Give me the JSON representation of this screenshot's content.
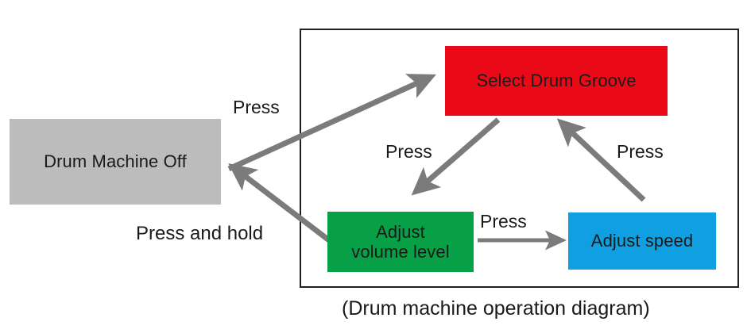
{
  "diagram": {
    "caption": "(Drum machine operation diagram)",
    "frame_color": "#231f20",
    "arrow_color": "#7b7b7b",
    "text_color": "#1a1a1a",
    "background": "#ffffff",
    "nodes": [
      {
        "id": "off",
        "label": "Drum Machine Off",
        "color": "#bcbcbc"
      },
      {
        "id": "groove",
        "label": "Select Drum Groove",
        "color": "#ea0a17"
      },
      {
        "id": "volume",
        "label": "Adjust\nvolume level",
        "line1": "Adjust",
        "line2": "volume level",
        "color": "#07a046"
      },
      {
        "id": "speed",
        "label": "Adjust speed",
        "color": "#109fe0"
      }
    ],
    "edges": [
      {
        "id": "off-to-groove",
        "from": "off",
        "to": "groove",
        "label": "Press"
      },
      {
        "id": "groove-to-volume",
        "from": "groove",
        "to": "volume",
        "label": "Press"
      },
      {
        "id": "volume-to-speed",
        "from": "volume",
        "to": "speed",
        "label": "Press"
      },
      {
        "id": "speed-to-groove",
        "from": "speed",
        "to": "groove",
        "label": "Press"
      },
      {
        "id": "volume-to-off",
        "from": "volume",
        "to": "off",
        "label": "Press and hold"
      }
    ]
  }
}
